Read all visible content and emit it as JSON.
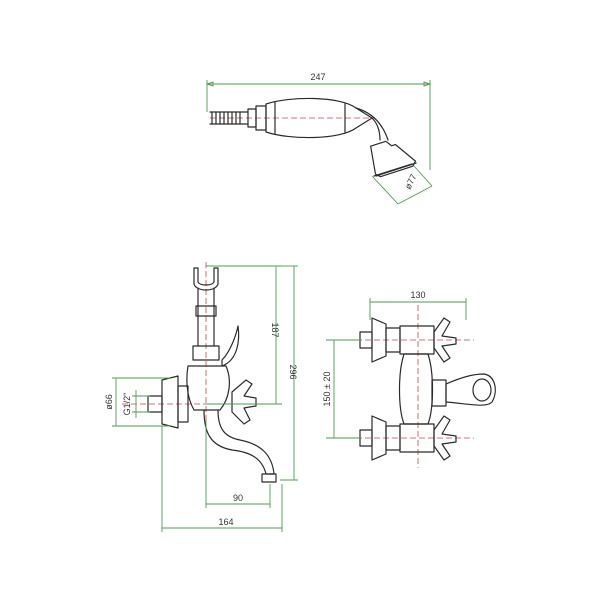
{
  "colors": {
    "object_lines": "#2b2b2b",
    "dimension_lines": "#4f9a4f",
    "center_lines": "#c94a4a",
    "background": "#ffffff"
  },
  "hand_shower": {
    "length": "247",
    "head_diameter": "ø77"
  },
  "side_view": {
    "hook_height": "187",
    "total_height": "296",
    "body_diameter": "ø66",
    "thread": "G1/2\"",
    "spout_reach": "90",
    "total_width": "164"
  },
  "front_view": {
    "handle_span": "130",
    "center_distance": "150 ± 20"
  }
}
